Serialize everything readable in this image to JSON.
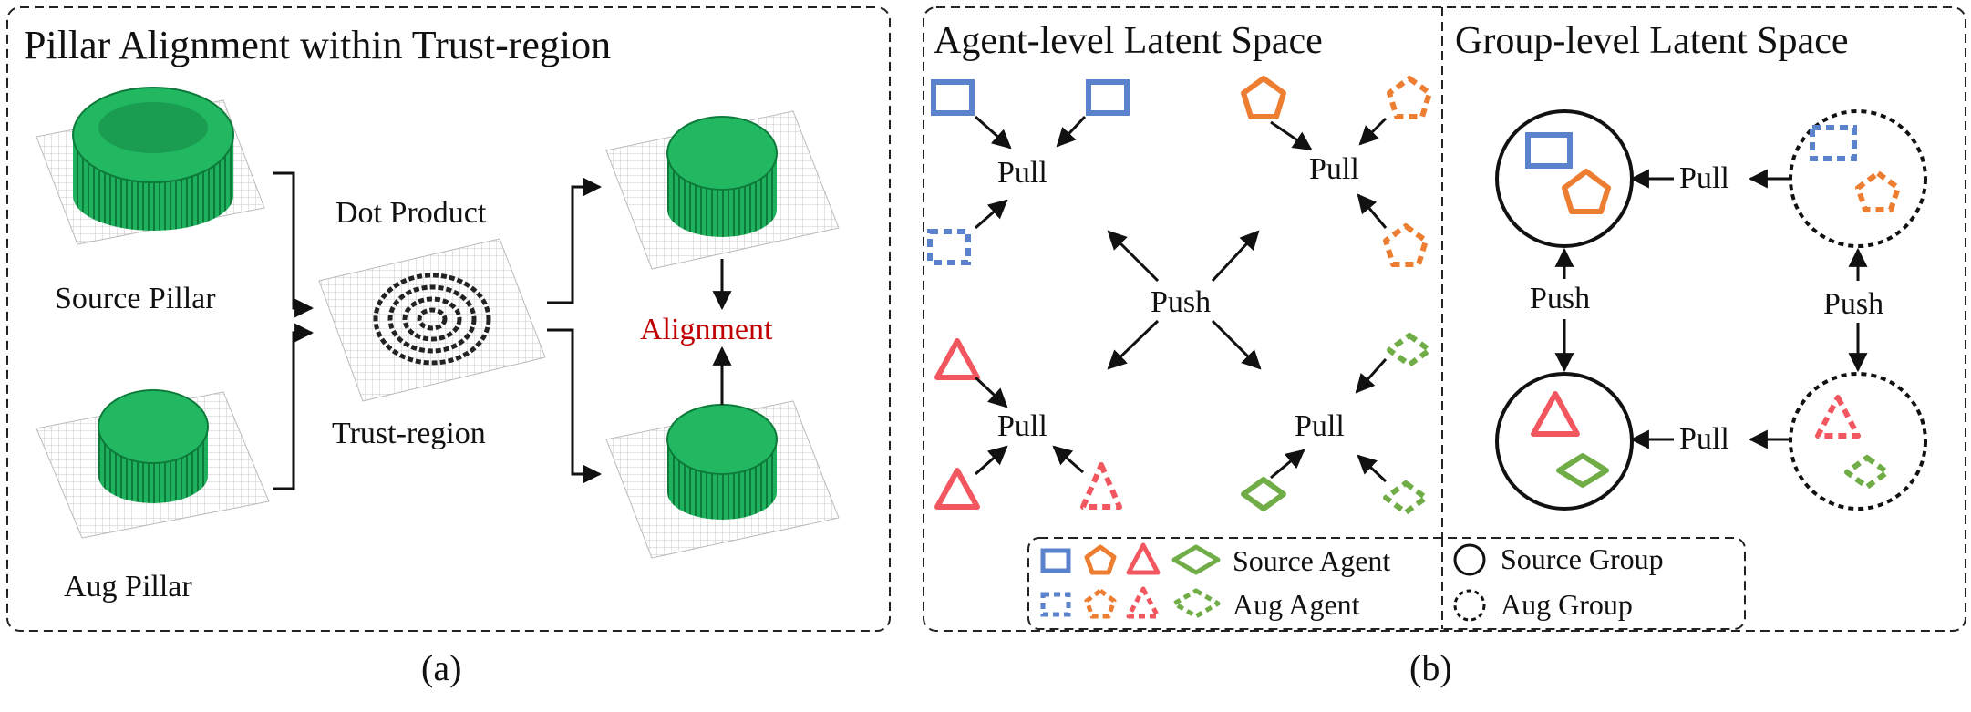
{
  "panel_a": {
    "title": "Pillar Alignment within Trust-region",
    "source_label": "Source Pillar",
    "aug_label": "Aug Pillar",
    "dot_product_label": "Dot Product",
    "trust_region_label": "Trust-region",
    "alignment_label": "Alignment",
    "caption": "(a)"
  },
  "panel_b": {
    "agent_title": "Agent-level Latent Space",
    "group_title": "Group-level Latent Space",
    "pull": "Pull",
    "push": "Push",
    "legend": {
      "source_agent": "Source Agent",
      "aug_agent": "Aug Agent",
      "source_group": "Source Group",
      "aug_group": "Aug Group"
    },
    "caption": "(b)"
  },
  "colors": {
    "blue": "#5b82cc",
    "orange": "#ed7d31",
    "red": "#f2575f",
    "green": "#70ad47",
    "pillar_green": "#1faf5b",
    "alignment_red": "#c00000"
  }
}
